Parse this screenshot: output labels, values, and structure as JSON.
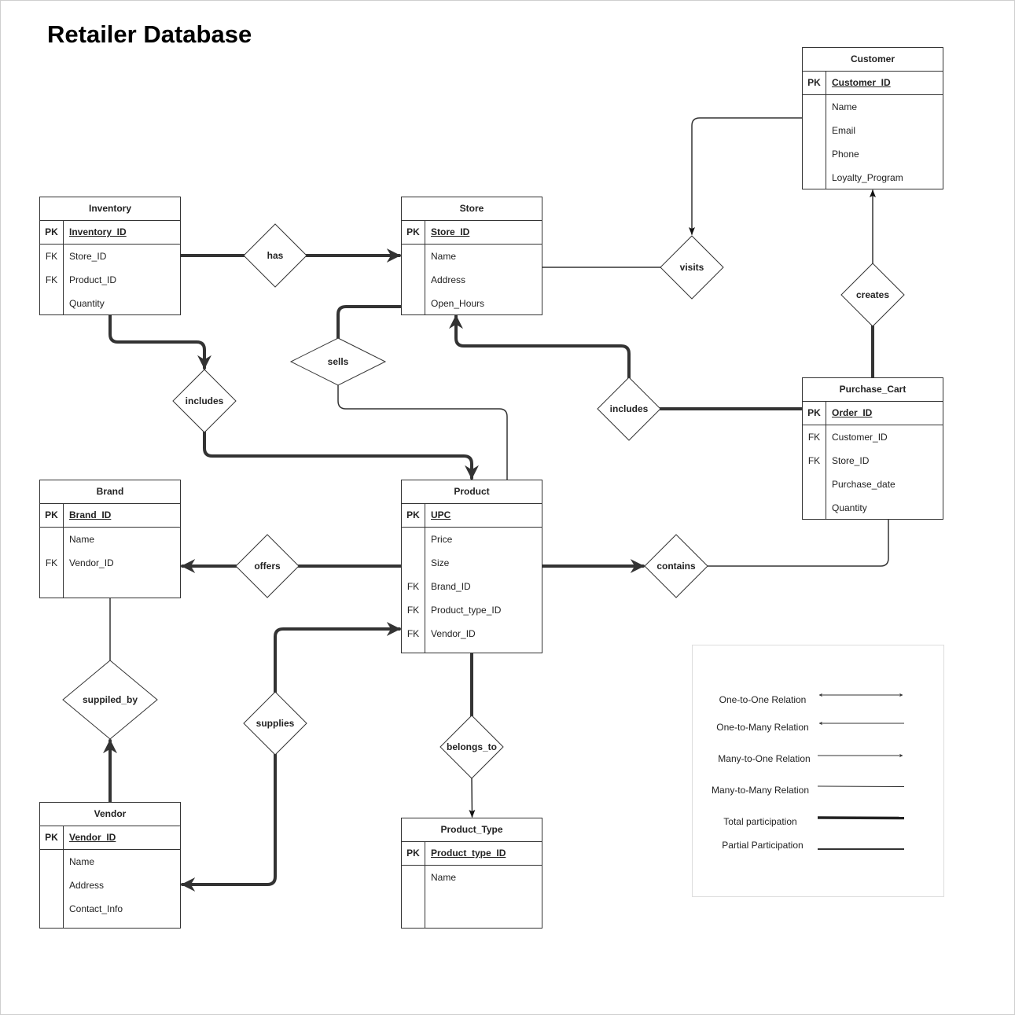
{
  "title": "Retailer Database",
  "entities": {
    "inventory": {
      "name": "Inventory",
      "pk": "Inventory_ID",
      "rows": [
        {
          "key": "FK",
          "name": "Store_ID"
        },
        {
          "key": "FK",
          "name": "Product_ID"
        },
        {
          "key": "",
          "name": "Quantity"
        }
      ]
    },
    "store": {
      "name": "Store",
      "pk": "Store_ID",
      "rows": [
        {
          "key": "",
          "name": "Name"
        },
        {
          "key": "",
          "name": "Address"
        },
        {
          "key": "",
          "name": "Open_Hours"
        }
      ]
    },
    "customer": {
      "name": "Customer",
      "pk": "Customer_ID",
      "rows": [
        {
          "key": "",
          "name": "Name"
        },
        {
          "key": "",
          "name": "Email"
        },
        {
          "key": "",
          "name": "Phone"
        },
        {
          "key": "",
          "name": "Loyalty_Program"
        }
      ]
    },
    "purchase_cart": {
      "name": "Purchase_Cart",
      "pk": "Order_ID",
      "rows": [
        {
          "key": "FK",
          "name": "Customer_ID"
        },
        {
          "key": "FK",
          "name": "Store_ID"
        },
        {
          "key": "",
          "name": "Purchase_date"
        },
        {
          "key": "",
          "name": "Quantity"
        }
      ]
    },
    "brand": {
      "name": "Brand",
      "pk": "Brand_ID",
      "rows": [
        {
          "key": "",
          "name": "Name"
        },
        {
          "key": "FK",
          "name": "Vendor_ID"
        },
        {
          "key": "",
          "name": ""
        }
      ]
    },
    "product": {
      "name": "Product",
      "pk": "UPC",
      "rows": [
        {
          "key": "",
          "name": "Price"
        },
        {
          "key": "",
          "name": "Size"
        },
        {
          "key": "FK",
          "name": "Brand_ID"
        },
        {
          "key": "FK",
          "name": "Product_type_ID"
        },
        {
          "key": "FK",
          "name": "Vendor_ID"
        }
      ]
    },
    "vendor": {
      "name": "Vendor",
      "pk": "Vendor_ID",
      "rows": [
        {
          "key": "",
          "name": "Name"
        },
        {
          "key": "",
          "name": "Address"
        },
        {
          "key": "",
          "name": "Contact_Info"
        }
      ]
    },
    "product_type": {
      "name": "Product_Type",
      "pk": "Product_type_ID",
      "rows": [
        {
          "key": "",
          "name": "Name"
        },
        {
          "key": "",
          "name": ""
        },
        {
          "key": "",
          "name": ""
        }
      ]
    }
  },
  "pk_label": "PK",
  "relationships": {
    "has": "has",
    "visits": "visits",
    "creates": "creates",
    "sells": "sells",
    "includes_inventory": "includes",
    "includes_cart": "includes",
    "offers": "offers",
    "contains": "contains",
    "supplied_by": "suppiled_by",
    "supplies": "supplies",
    "belongs_to": "belongs_to"
  },
  "legend": {
    "one_to_one": "One-to-One Relation",
    "one_to_many": "One-to-Many Relation",
    "many_to_one": "Many-to-One Relation",
    "many_to_many": "Many-to-Many Relation",
    "total": "Total participation",
    "partial": "Partial Participation"
  }
}
